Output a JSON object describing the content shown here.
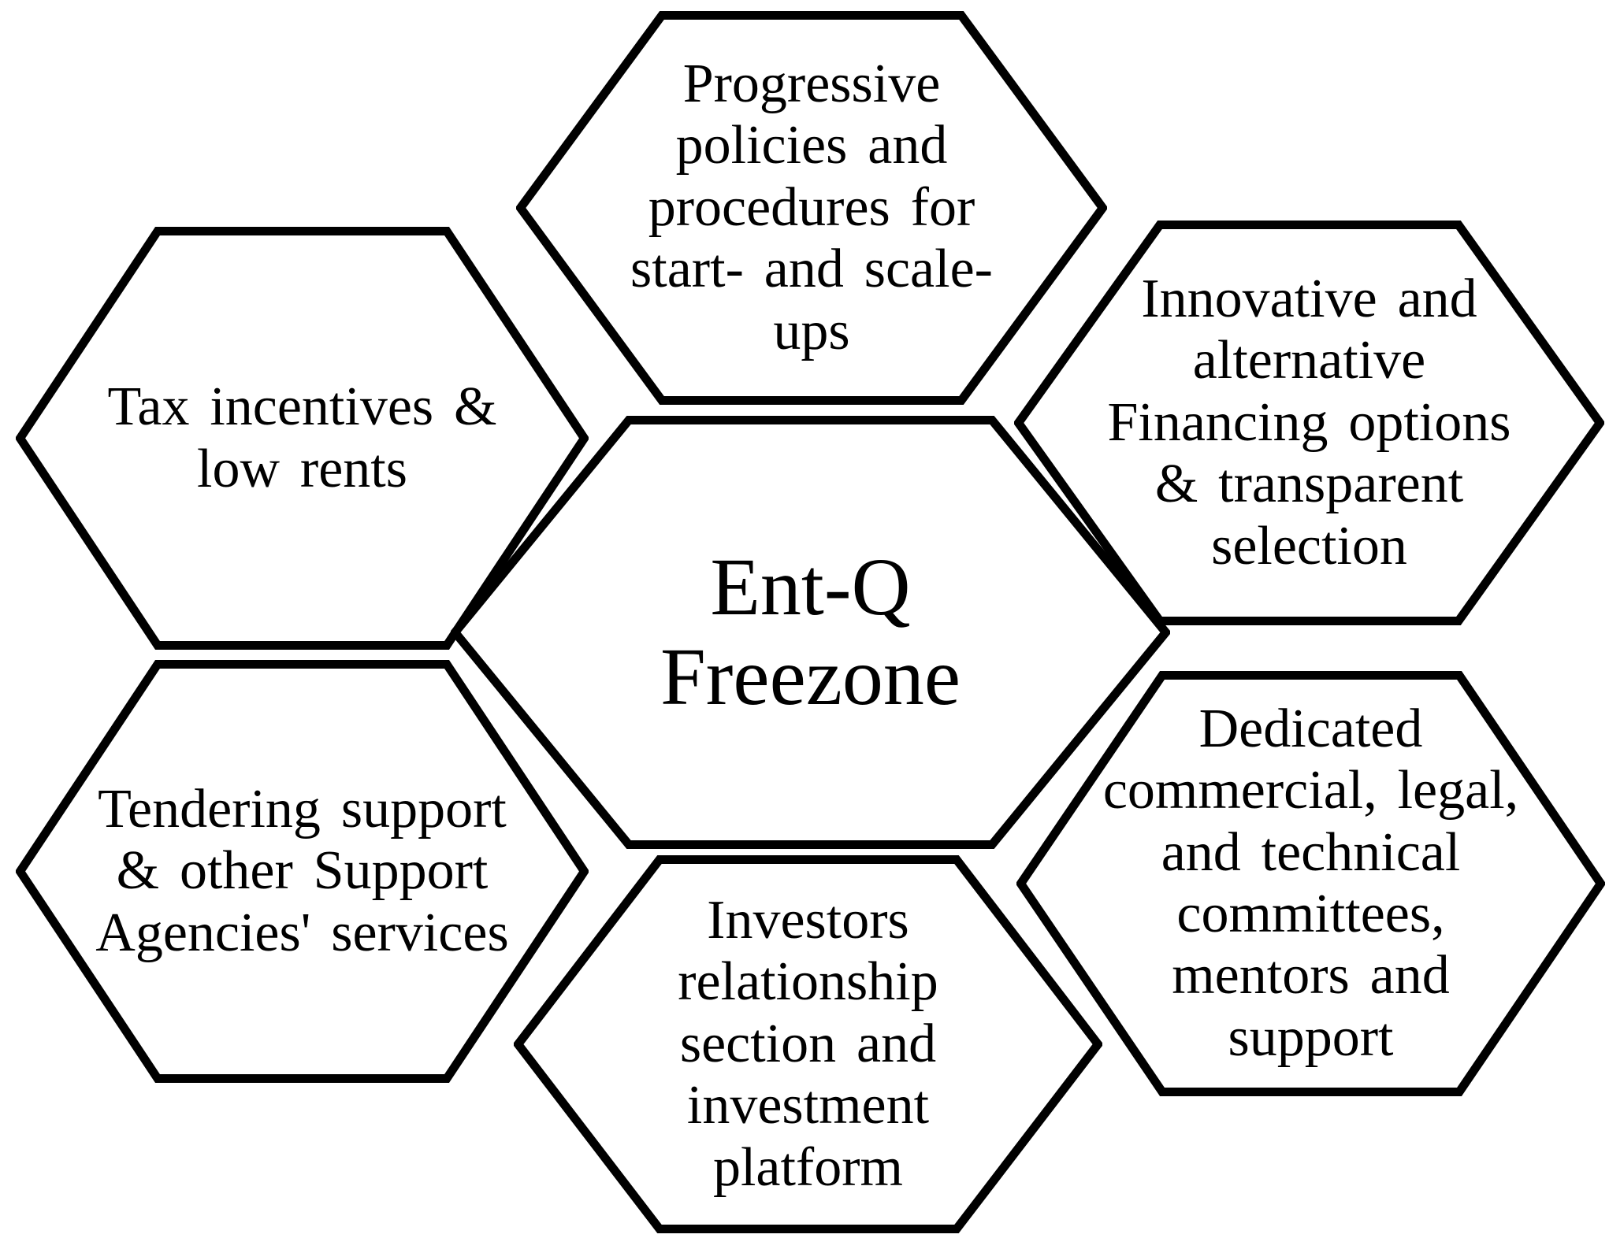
{
  "diagram": {
    "cells": {
      "center": {
        "lines": [
          "Ent-Q",
          "Freezone"
        ]
      },
      "top": {
        "lines": [
          "Progressive",
          "policies and",
          "procedures for",
          "start- and scale-",
          "ups"
        ]
      },
      "top_left": {
        "lines": [
          "Tax incentives &",
          "low rents"
        ]
      },
      "top_right": {
        "lines": [
          "Innovative and",
          "alternative",
          "Financing options",
          "& transparent",
          "selection"
        ]
      },
      "bottom_left": {
        "lines": [
          "Tendering support",
          "& other Support",
          "Agencies' services"
        ]
      },
      "bottom": {
        "lines": [
          "Investors",
          "relationship",
          "section and",
          "investment",
          "platform"
        ]
      },
      "bottom_right": {
        "lines": [
          "Dedicated",
          "commercial, legal,",
          "and technical",
          "committees,",
          "mentors and",
          "support"
        ]
      }
    },
    "colors": {
      "stroke": "#000000",
      "fill": "#ffffff",
      "text": "#000000"
    }
  }
}
